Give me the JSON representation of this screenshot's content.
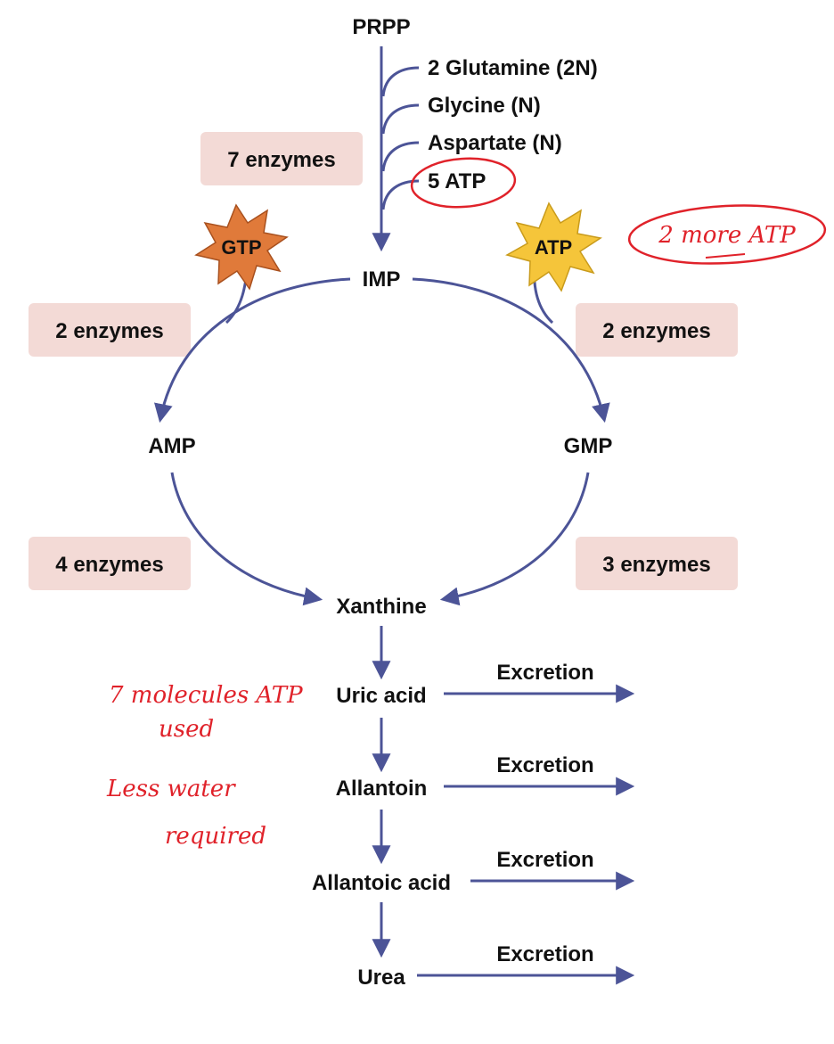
{
  "colors": {
    "arrow": "#4c5497",
    "enzyme_box": "#f3dad6",
    "gtp_burst": "#e07a3a",
    "atp_burst": "#f5c53a",
    "annotation_red": "#e0222a"
  },
  "nodes": {
    "prpp": "PRPP",
    "imp": "IMP",
    "amp": "AMP",
    "gmp": "GMP",
    "xanthine": "Xanthine",
    "uric_acid": "Uric acid",
    "allantoin": "Allantoin",
    "allantoic_acid": "Allantoic acid",
    "urea": "Urea"
  },
  "inputs": [
    "2 Glutamine (2N)",
    "Glycine (N)",
    "Aspartate (N)",
    "5 ATP"
  ],
  "enzymes": {
    "prpp_to_imp": "7 enzymes",
    "imp_to_amp": "2 enzymes",
    "imp_to_gmp": "2 enzymes",
    "amp_to_xanthine": "4 enzymes",
    "gmp_to_xanthine": "3 enzymes"
  },
  "cofactors": {
    "gtp": "GTP",
    "atp": "ATP"
  },
  "excretion_label": [
    "Excretion",
    "Excretion",
    "Excretion",
    "Excretion"
  ],
  "handwritten": {
    "top_right": "2 more ATP",
    "left_line1": "7 molecules ATP",
    "left_line2": "used",
    "left_line3": "Less water",
    "left_line4": "required"
  }
}
